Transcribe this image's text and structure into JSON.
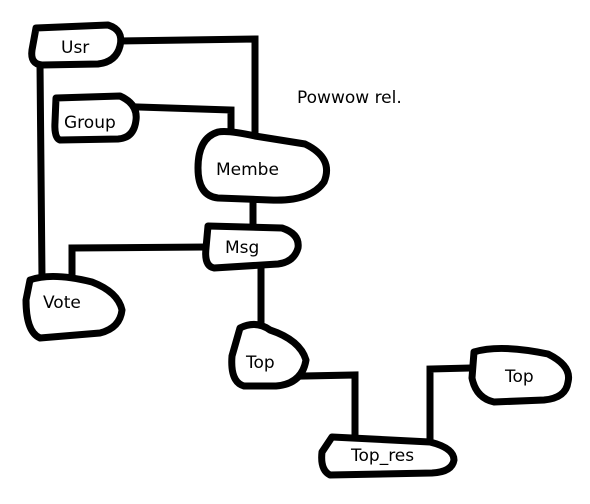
{
  "diagram": {
    "title": "Powwow rel.",
    "nodes": [
      {
        "id": "usr",
        "label": "Usr"
      },
      {
        "id": "group",
        "label": "Group"
      },
      {
        "id": "membe",
        "label": "Membe"
      },
      {
        "id": "msg",
        "label": "Msg"
      },
      {
        "id": "vote",
        "label": "Vote"
      },
      {
        "id": "top1",
        "label": "Top"
      },
      {
        "id": "top_res",
        "label": "Top_res"
      },
      {
        "id": "top2",
        "label": "Top"
      }
    ],
    "edges": [
      {
        "from": "usr",
        "to": "membe"
      },
      {
        "from": "usr",
        "to": "vote"
      },
      {
        "from": "group",
        "to": "membe"
      },
      {
        "from": "membe",
        "to": "msg"
      },
      {
        "from": "msg",
        "to": "vote"
      },
      {
        "from": "msg",
        "to": "top1"
      },
      {
        "from": "top1",
        "to": "top_res"
      },
      {
        "from": "top_res",
        "to": "top2"
      }
    ]
  }
}
